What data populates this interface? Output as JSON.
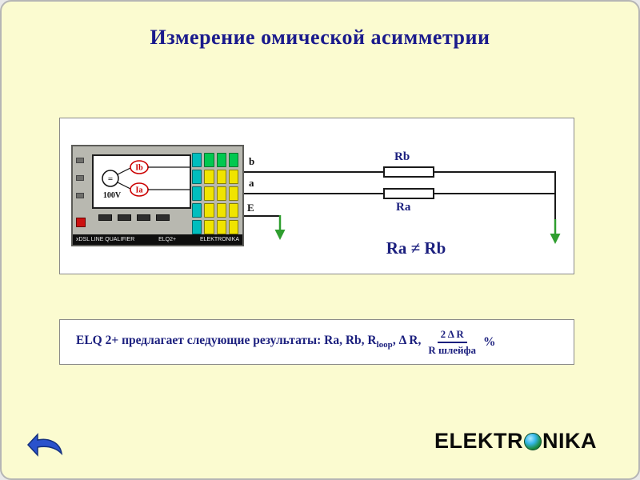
{
  "slide": {
    "title": "Измерение омической асимметрии"
  },
  "diagram": {
    "device": {
      "type_label": "xDSL LINE QUALIFIER",
      "model": "ELQ2+",
      "brand": "ELEKTRONIKA",
      "source_symbol": "=",
      "voltage": "100V",
      "current_b": "Ib",
      "current_a": "Ia",
      "keypad_colors": [
        [
          "#00BEBE",
          "#00C850",
          "#00C850",
          "#00C850"
        ],
        [
          "#00BEBE",
          "#F0E400",
          "#F0E400",
          "#F0E400"
        ],
        [
          "#00BEBE",
          "#F0E400",
          "#F0E400",
          "#F0E400"
        ],
        [
          "#00BEBE",
          "#F0E400",
          "#F0E400",
          "#F0E400"
        ],
        [
          "#00BEBE",
          "#F0E400",
          "#F0E400",
          "#F0E400"
        ]
      ]
    },
    "wire_b": "b",
    "wire_a": "a",
    "earth": "E",
    "resistor_b": "Rb",
    "resistor_a": "Ra",
    "inequality": "Ra ≠ Rb"
  },
  "results": {
    "prefix": "ELQ 2+ предлагает следующие результаты: Ra, Rb, R",
    "subscript": "loop",
    "after_subscript": ", Δ R,",
    "fraction": {
      "numerator": "2 Δ R",
      "denominator": "R шлейфа"
    },
    "suffix": "%"
  },
  "footer": {
    "logo_prefix": "ELEKTR",
    "logo_suffix": "NIKA"
  },
  "colors": {
    "background": "#FBFBD0",
    "title_navy": "#1A1A8C",
    "label_navy": "#1B1F7E",
    "panel_border": "#8a8a8a",
    "wire": "#1a1a1a",
    "ground_green": "#2F9E2F",
    "device_gray": "#B8B8B0",
    "logo_blue": "#2a52cc"
  }
}
